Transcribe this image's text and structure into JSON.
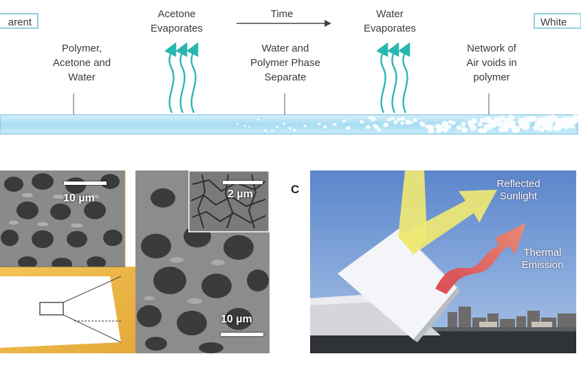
{
  "process": {
    "start_tag": "arent",
    "end_tag": "White",
    "time_label": "Time",
    "stage1": "Polymer,\nAcetone and\nWater",
    "acetone": "Acetone\nEvaporates",
    "stage2": "Water and\nPolymer Phase\nSeparate",
    "water": "Water\nEvaporates",
    "stage3": "Network of\nAir voids in\npolymer"
  },
  "sem": {
    "scale_left": "10 µm",
    "scale_inset": "2 µm",
    "scale_right": "10 µm"
  },
  "photo": {
    "panel_letter": "C",
    "reflected": "Reflected\nSunlight",
    "thermal": "Thermal\nEmission"
  },
  "colors": {
    "film_blue": "#bfe6f7",
    "arrow_teal": "#2ab6b0",
    "sky": "#6f98d6",
    "sun_arrow": "#f3ea6a",
    "heat_arrow": "#e0554f"
  }
}
